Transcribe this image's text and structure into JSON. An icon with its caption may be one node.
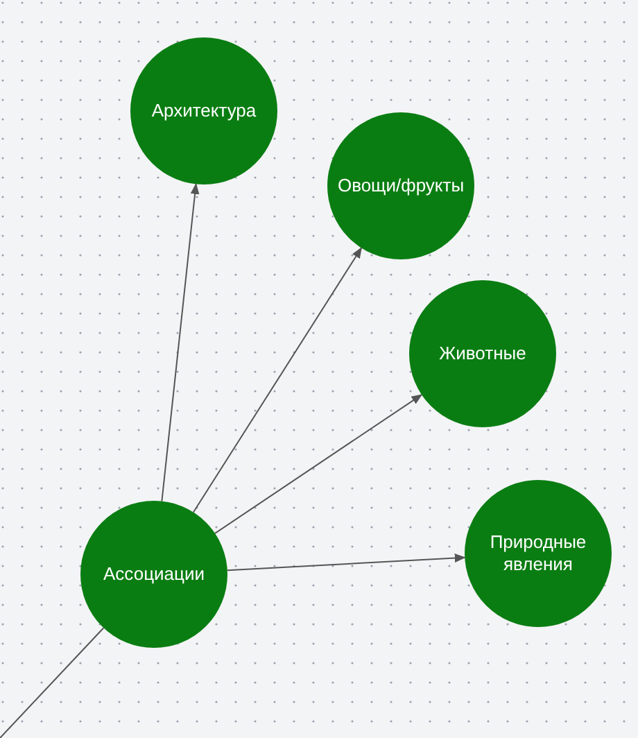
{
  "diagram": {
    "nodes": [
      {
        "text": [
          "Архитектура"
        ]
      },
      {
        "text": [
          "Овощи/фрукты"
        ]
      },
      {
        "text": [
          "Животные"
        ]
      },
      {
        "text": [
          "Природные явления"
        ]
      },
      {
        "text": [
          "Ассоциации"
        ]
      }
    ],
    "edges": [
      {
        "from": 4,
        "to": 0,
        "arrow": "to"
      },
      {
        "from": 4,
        "to": 1,
        "arrow": "to"
      },
      {
        "from": 4,
        "to": 2,
        "arrow": "to"
      },
      {
        "from": 4,
        "to": 3,
        "arrow": "to"
      },
      {
        "from": null,
        "to": 4,
        "arrow": "none"
      }
    ]
  }
}
